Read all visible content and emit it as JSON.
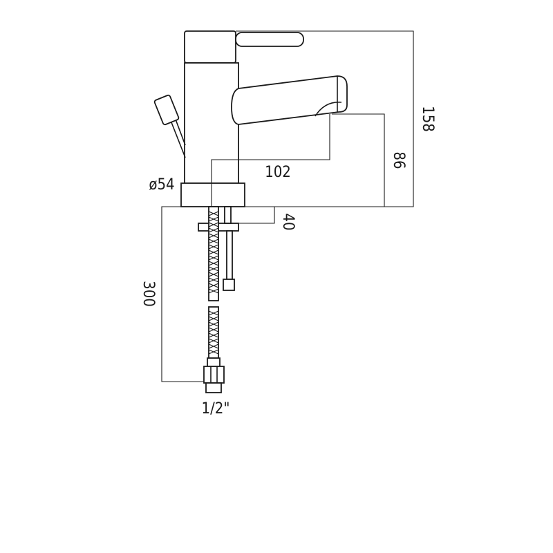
{
  "dimensions": {
    "total_height": "158",
    "spout_height": "86",
    "spout_reach": "102",
    "base_diameter": "ø54",
    "mounting_depth": "40",
    "hose_length": "300",
    "connection": "1/2\""
  },
  "colors": {
    "line": "#1a1a1a",
    "background": "#ffffff"
  }
}
